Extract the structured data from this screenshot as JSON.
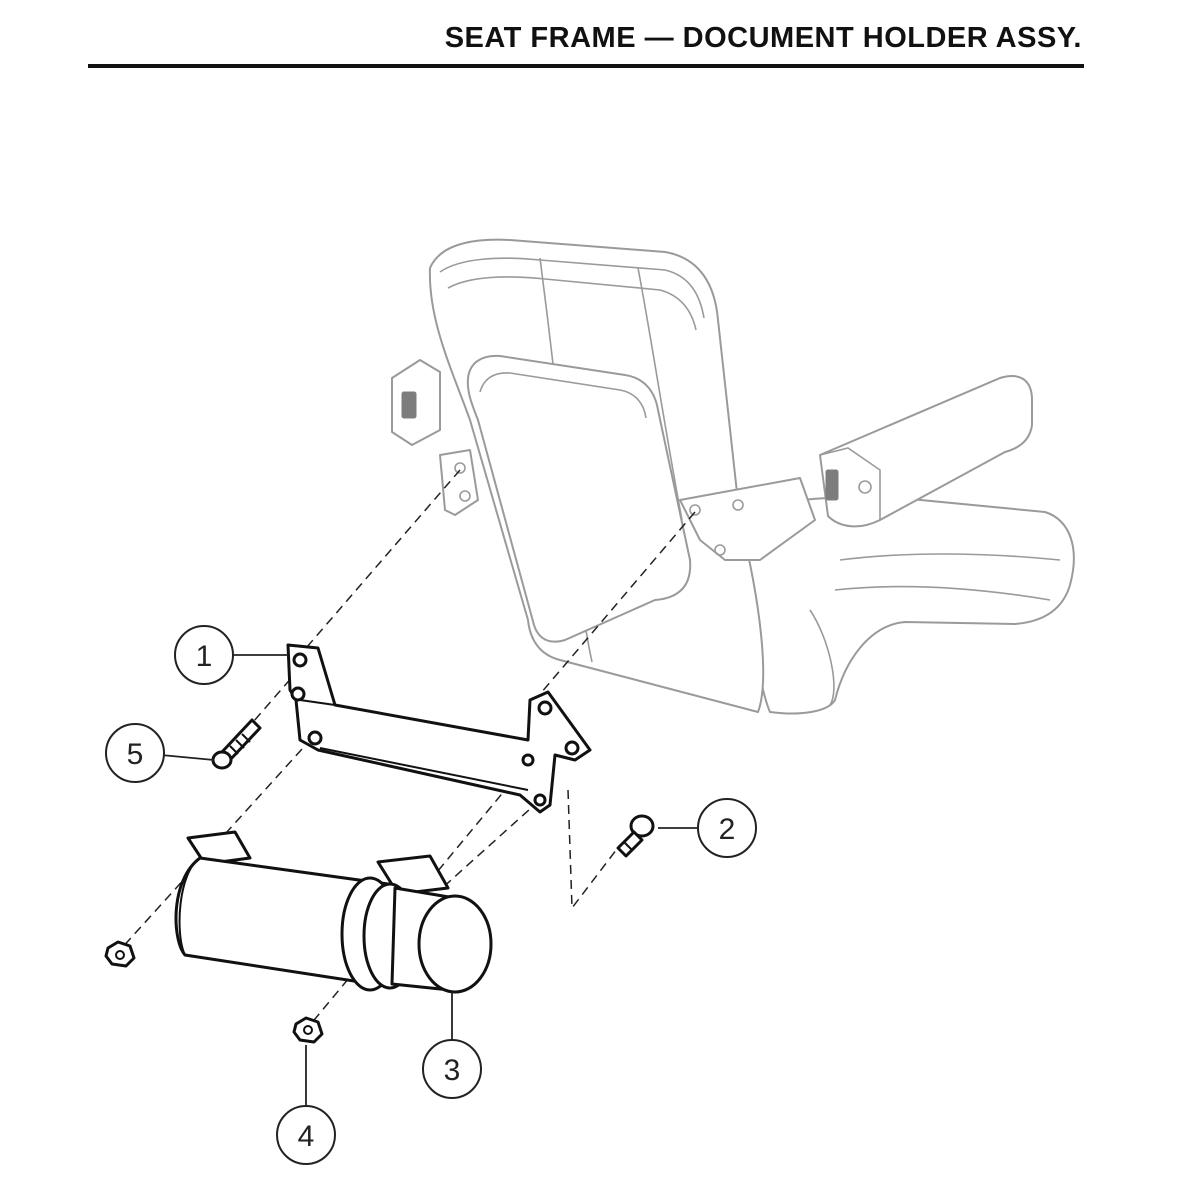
{
  "title": "SEAT FRAME — DOCUMENT HOLDER ASSY.",
  "callouts": [
    {
      "id": "1"
    },
    {
      "id": "2"
    },
    {
      "id": "3"
    },
    {
      "id": "4"
    },
    {
      "id": "5"
    }
  ],
  "colors": {
    "text": "#111111",
    "parts": "#111111",
    "seat_outline": "#9a9a9a"
  }
}
